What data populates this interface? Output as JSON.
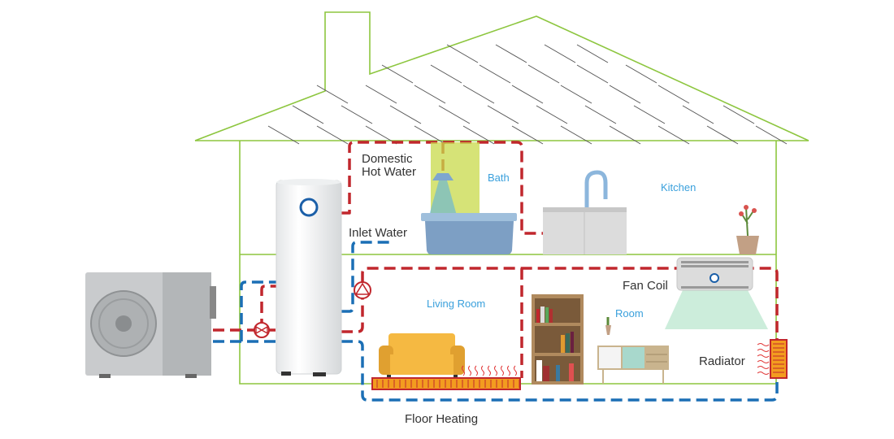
{
  "labels": {
    "domestic_hot_water_line1": "Domestic",
    "domestic_hot_water_line2": "Hot Water",
    "bath": "Bath",
    "kitchen": "Kitchen",
    "inlet_water": "Inlet Water",
    "living_room": "Living Room",
    "fan_coil": "Fan Coil",
    "room": "Room",
    "radiator": "Radiator",
    "floor_heating": "Floor Heating"
  },
  "colors": {
    "hot_pipe": "#c1272d",
    "cold_pipe": "#1b6fb5",
    "house_outline": "#8dc63f",
    "room_label": "#3aa0dc"
  }
}
